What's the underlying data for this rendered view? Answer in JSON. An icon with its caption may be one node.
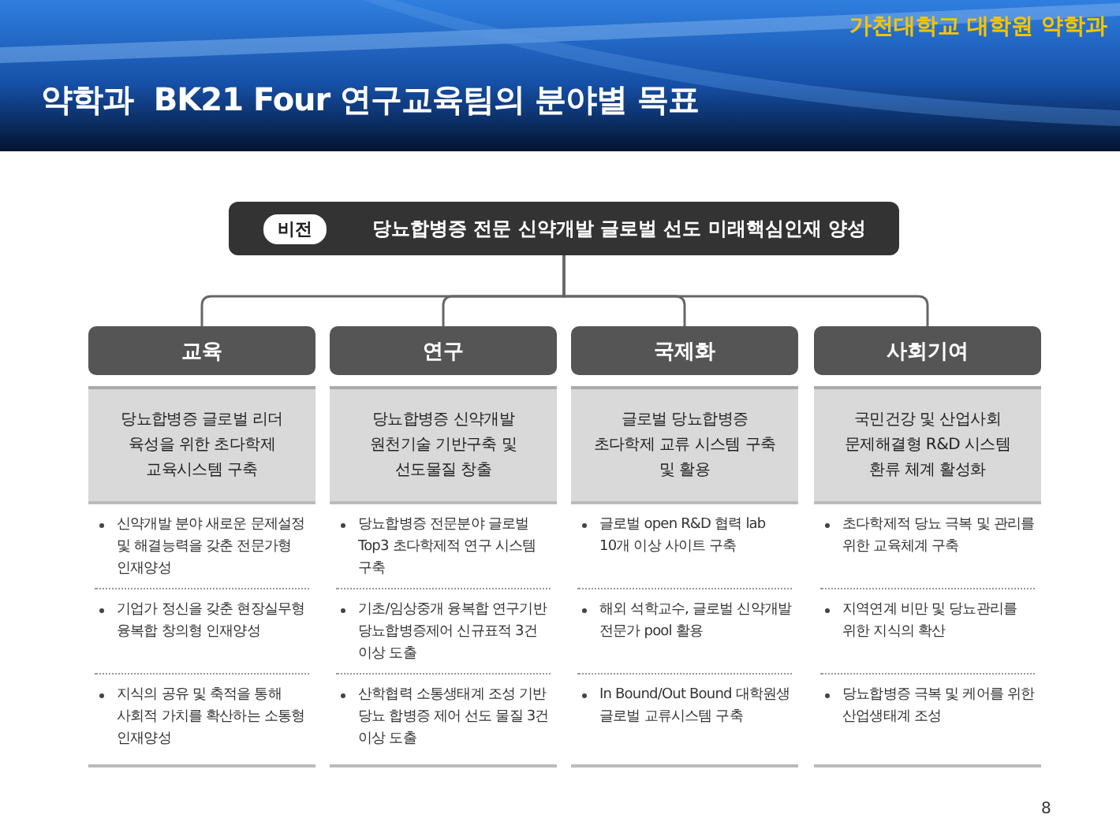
{
  "diagram": {
    "title": "약학과  BK21 Four 연구교육팀의 분야별 목표",
    "nodes": [
      {
        "text": [
          "비전",
          "당뇨합병증 전문 신약개발 글로벌 선도 미래핵심인재 양성"
        ]
      },
      {
        "text": [
          "교육"
        ]
      },
      {
        "text": [
          "연구"
        ]
      },
      {
        "text": [
          "국제화"
        ]
      },
      {
        "text": [
          "사회기여"
        ]
      },
      {
        "text": [
          "당뇨합병증 글로벌 리더 육성을 위한 초다학제 교육시스템 구축"
        ]
      },
      {
        "text": [
          "당뇨합병증 신약개발 원천기술 기반구축 및 선도물질 창출"
        ]
      },
      {
        "text": [
          "글로벌 당뇨합병증 초다학제 교류 시스템 구축 및 활용"
        ]
      },
      {
        "text": [
          "국민건강 및 산업사회 문제해결형 R&D 시스템 환류 체계 활성화"
        ]
      }
    ],
    "edges": [
      {
        "from": 0,
        "to": 1,
        "arrow": "none"
      },
      {
        "from": 0,
        "to": 2,
        "arrow": "none"
      },
      {
        "from": 0,
        "to": 3,
        "arrow": "none"
      },
      {
        "from": 0,
        "to": 4,
        "arrow": "none"
      }
    ],
    "labels": [
      "가천대학교 대학원 약학과",
      "신약개발 분야 새로운 문제설정 및 해결능력을 갖춘 전문가형 인재양성",
      "당뇨합병증 전문분야 글로벌 Top3 초다학제적 연구 시스템 구축",
      "글로벌 open R&D 협력 lab 10개 이상 사이트 구축",
      "초다학제적 당뇨 극복 및 관리를 위한 교육체계 구축",
      "기업가 정신을 갖춘 현장실무형 융복합 창의형 인재양성",
      "기초/임상중개 융복합 연구기반 당뇨합병증제어 신규표적 3건 이상 도출",
      "해외 석학교수, 글로벌 신약개발 전문가 pool 활용",
      "지역연계 비만 및 당뇨관리를 위한 지식의 확산",
      "지식의 공유 및 축적을 통해 사회적 가치를 확산하는 소통형 인재양성",
      "산학협력 소통생태계 조성 기반 당뇨 합병증 제어 선도 물질 3건 이상 도출",
      "In Bound/Out Bound 대학원생 글로벌 교류시스템 구축",
      "당뇨합병증 극복 및 케어를 위한 산업생태계 조성",
      "8"
    ]
  }
}
